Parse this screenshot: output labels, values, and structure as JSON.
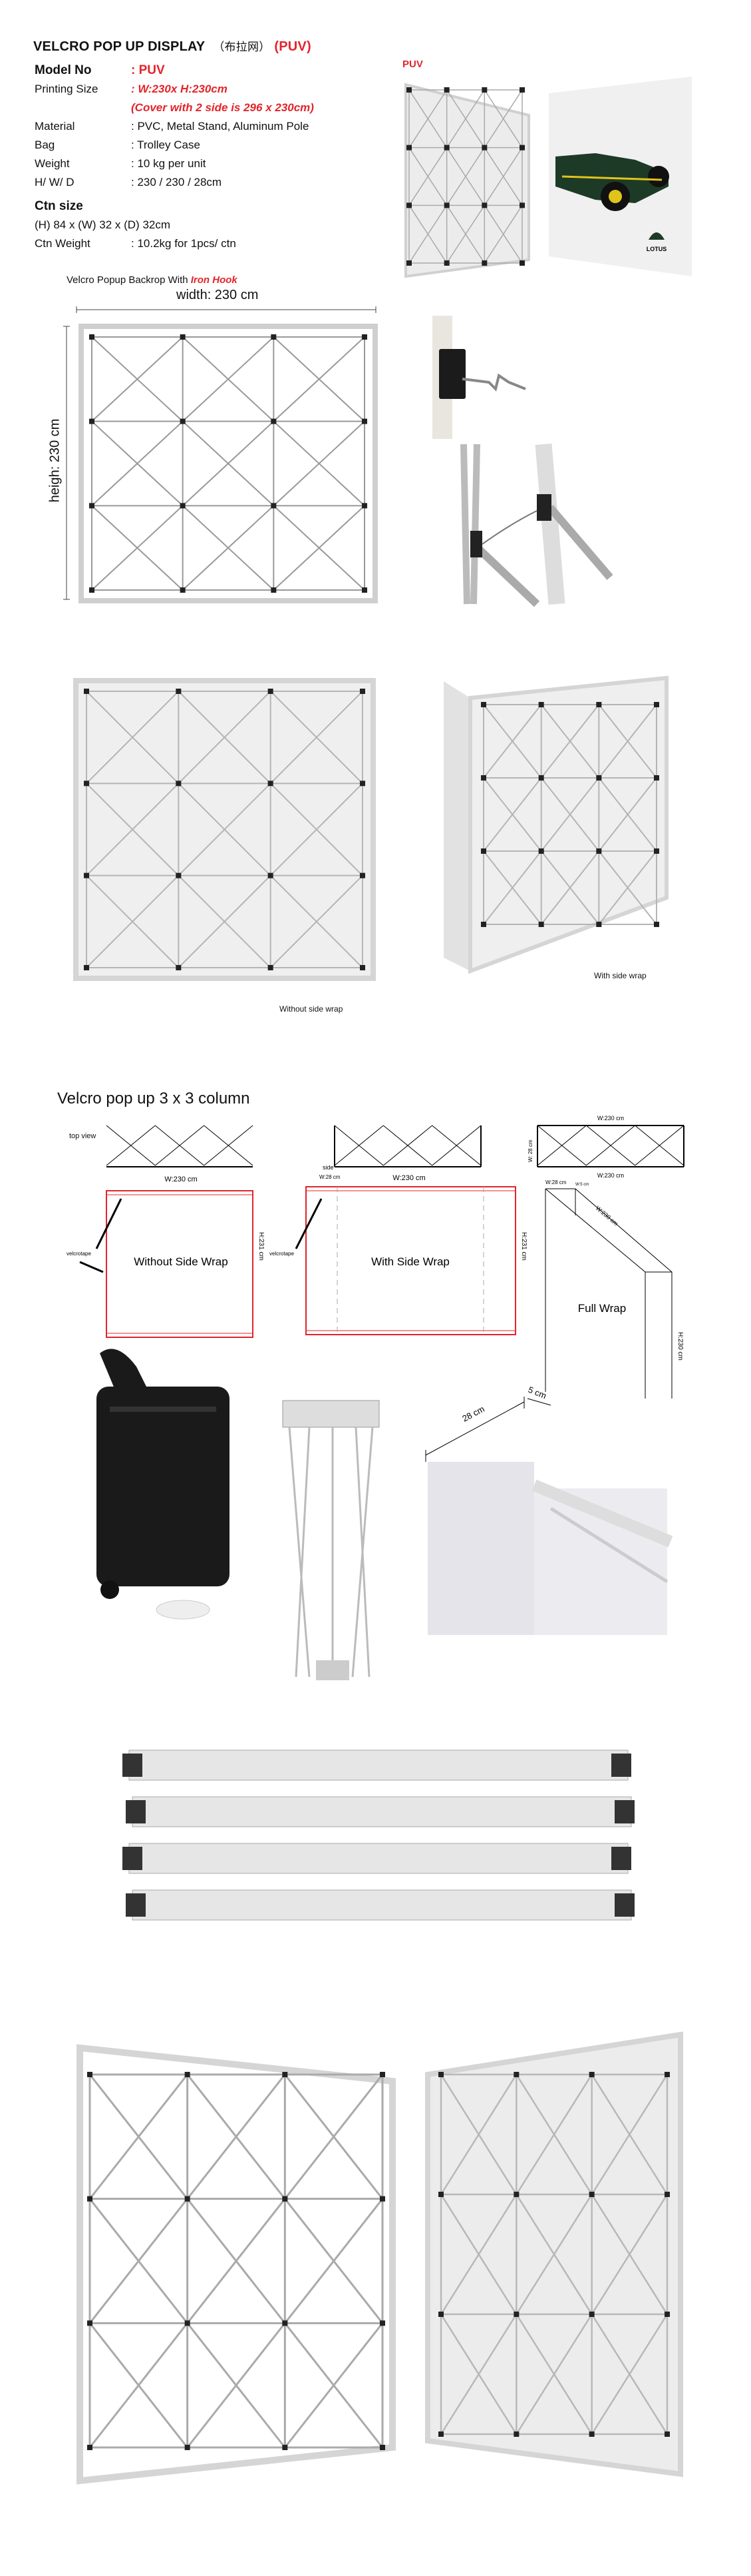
{
  "header": {
    "title": "VELCRO POP UP DISPLAY",
    "chinese": "（布拉网）",
    "code": "(PUV)"
  },
  "specs": {
    "model_label": "Model No",
    "model_value": ": PUV",
    "printing_label": "Printing Size",
    "printing_value": ": W:230x H:230cm",
    "printing_note": "(Cover with 2 side is 296 x 230cm)",
    "material_label": "Material",
    "material_value": ": PVC, Metal Stand, Aluminum Pole",
    "bag_label": "Bag",
    "bag_value": ": Trolley Case",
    "weight_label": "Weight",
    "weight_value": ": 10 kg per unit",
    "hwd_label": "H/ W/ D",
    "hwd_value": ": 230 / 230 / 28cm",
    "ctn_size_label": "Ctn size",
    "ctn_size_value": "(H) 84 x (W) 32 x (D) 32cm",
    "ctn_weight_label": "Ctn Weight",
    "ctn_weight_value": ": 10.2kg for 1pcs/ ctn"
  },
  "hero": {
    "label": "PUV",
    "banner_logo": "LOTUS"
  },
  "hook_section": {
    "caption": "Velcro Popup Backrop With",
    "caption_highlight": "Iron Hook",
    "width_label": "width: 230 cm",
    "height_label": "heigh: 230 cm"
  },
  "wrap_photos": {
    "without": "Without side wrap",
    "with": "With side wrap"
  },
  "column_section": {
    "title": "Velcro pop up 3 x 3 column",
    "top_view": "top view",
    "w230": "W:230 cm",
    "w230b": "W:230 cm",
    "w28": "W:28 cm",
    "w28v": "W: 28 cm",
    "w5": "W:5 cm",
    "side": "side",
    "h231": "H:231 cm",
    "h230": "H:230 cm",
    "velcro_tape": "velcrotape",
    "without": "Without Side Wrap",
    "with": "With Side Wrap",
    "full": "Full Wrap"
  },
  "corner": {
    "depth": "28 cm",
    "wrap": "5 cm"
  },
  "colors": {
    "accent": "#e3242b",
    "frame": "#c9c9c9",
    "bag": "#1a1a1a"
  }
}
